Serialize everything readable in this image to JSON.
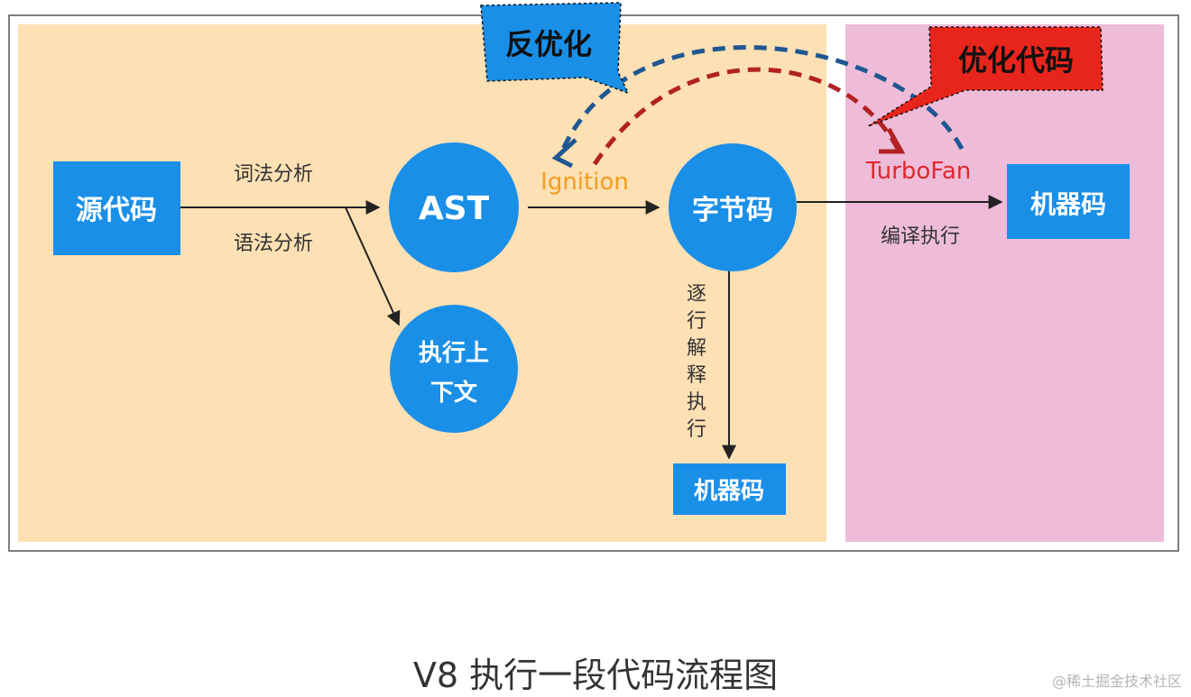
{
  "colors": {
    "node_blue": "#1a8fe8",
    "left_panel": "#fde0b4",
    "right_panel": "#eebcd8",
    "ignition": "#f39c1e",
    "turbofan": "#e0282e",
    "deopt_arrow": "#1f5792",
    "opt_arrow": "#b22222",
    "deopt_bubble": "#1a8fe8",
    "opt_bubble": "#e8251c"
  },
  "nodes": {
    "source": "源代码",
    "ast": "AST",
    "context_line1": "执行上",
    "context_line2": "下文",
    "bytecode": "字节码",
    "machine_top": "机器码",
    "machine_bottom": "机器码"
  },
  "labels": {
    "lexical": "词法分析",
    "syntax": "语法分析",
    "ignition": "Ignition",
    "turbofan": "TurboFan",
    "compile_exec": "编译执行",
    "interpret": [
      "逐",
      "行",
      "解",
      "释",
      "执",
      "行"
    ]
  },
  "bubbles": {
    "deoptimize": "反优化",
    "optimize": "优化代码"
  },
  "caption": "V8 执行一段代码流程图",
  "watermark": "@稀土掘金技术社区"
}
